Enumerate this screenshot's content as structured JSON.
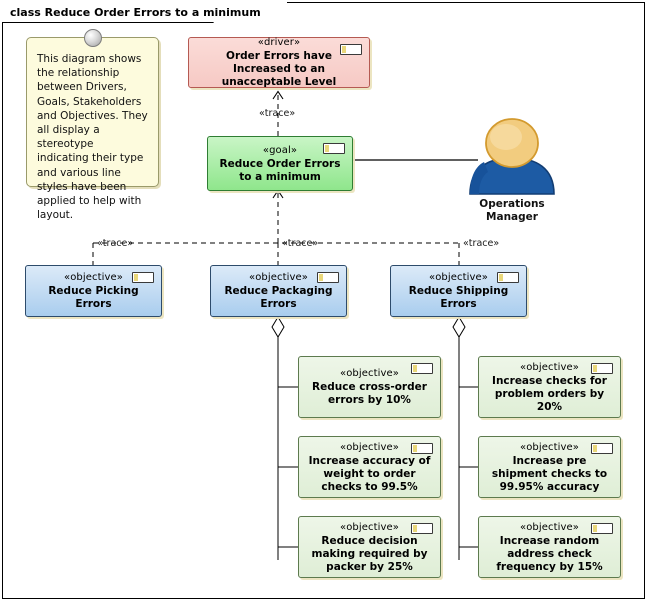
{
  "frame": {
    "title": "class Reduce Order Errors to a minimum"
  },
  "note": {
    "text": "This diagram shows the relationship between Drivers, Goals, Stakeholders and Objectives. They all display a stereotype indicating their type and various line styles have been applied to help with layout."
  },
  "elements": {
    "driver": {
      "stereotype": "«driver»",
      "name": "Order Errors have Increased to an unacceptable Level"
    },
    "goal": {
      "stereotype": "«goal»",
      "name": "Reduce Order Errors to a minimum"
    },
    "objective_picking": {
      "stereotype": "«objective»",
      "name": "Reduce Picking Errors"
    },
    "objective_packaging": {
      "stereotype": "«objective»",
      "name": "Reduce Packaging Errors"
    },
    "objective_shipping": {
      "stereotype": "«objective»",
      "name": "Reduce Shipping Errors"
    },
    "objective_cross_order": {
      "stereotype": "«objective»",
      "name": "Reduce cross-order errors by 10%"
    },
    "objective_weight_accuracy": {
      "stereotype": "«objective»",
      "name": "Increase accuracy of weight to order checks to 99.5%"
    },
    "objective_packer_decision": {
      "stereotype": "«objective»",
      "name": "Reduce decision making required by packer by 25%"
    },
    "objective_problem_orders": {
      "stereotype": "«objective»",
      "name": "Increase checks for problem orders by 20%"
    },
    "objective_pre_shipment": {
      "stereotype": "«objective»",
      "name": "Increase pre shipment checks to 99.95% accuracy"
    },
    "objective_address_check": {
      "stereotype": "«objective»",
      "name": "Increase random address check frequency by 15%"
    },
    "stakeholder": {
      "name": "Operations Manager"
    }
  },
  "connectors": {
    "trace_goal_driver": "«trace»",
    "trace_picking_goal": "«trace»",
    "trace_packaging_goal": "«trace»",
    "trace_shipping_goal": "«trace»"
  },
  "colors": {
    "driver_fill": "#f6c9c4",
    "goal_fill": "#8fe68c",
    "objective_blue_fill": "#a9cdee",
    "objective_green_fill": "#dfeed6",
    "note_fill": "#fdfbdd",
    "actor_body": "#1d5ba4",
    "actor_head": "#f2cc7f",
    "line": "#000000"
  }
}
